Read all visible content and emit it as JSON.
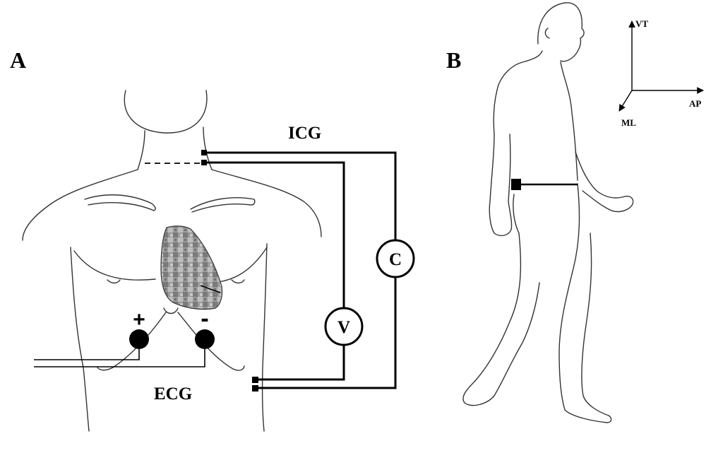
{
  "panels": {
    "a": {
      "label": "A",
      "icg_label": "ICG",
      "ecg_label": "ECG",
      "voltmeter_label": "V",
      "current_source_label": "C",
      "electrode_pos_sign": "+",
      "electrode_neg_sign": "-"
    },
    "b": {
      "label": "B",
      "axes": {
        "vertical": "VT",
        "anteroposterior": "AP",
        "mediolateral": "ML"
      }
    }
  }
}
